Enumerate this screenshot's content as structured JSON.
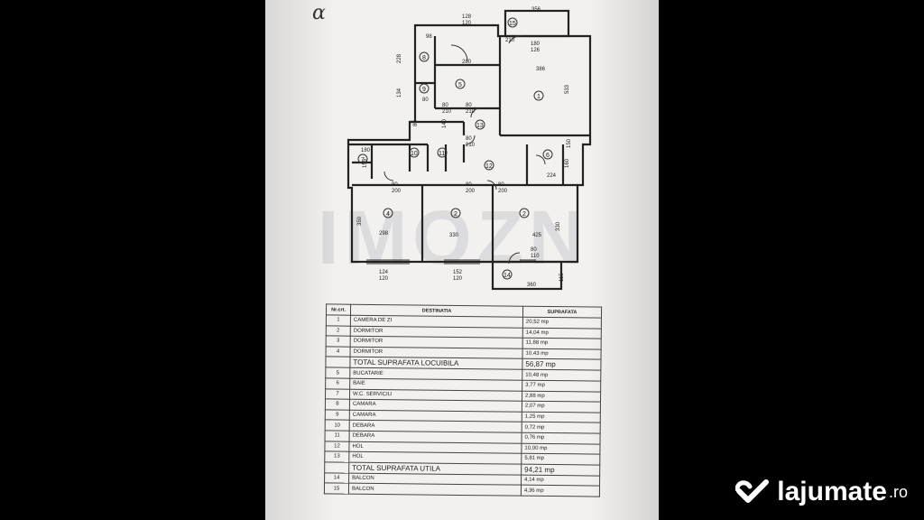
{
  "corner_mark": "α",
  "watermark": "IMOZN",
  "logo": {
    "name": "lajumate",
    "suffix": ".ro"
  },
  "plan": {
    "dims": [
      "128",
      "120",
      "356",
      "98",
      "280",
      "386",
      "210",
      "180",
      "126",
      "80",
      "228",
      "134",
      "80",
      "210",
      "80",
      "210",
      "80",
      "210",
      "140",
      "80",
      "533",
      "180",
      "155",
      "160",
      "80",
      "200",
      "80",
      "200",
      "80",
      "200",
      "224",
      "150",
      "350",
      "298",
      "330",
      "425",
      "330",
      "80",
      "110",
      "124",
      "120",
      "152",
      "120",
      "360",
      "115"
    ],
    "rooms": [
      "1",
      "2",
      "2",
      "4",
      "5",
      "6",
      "7",
      "8",
      "9",
      "10",
      "11",
      "12",
      "13",
      "14",
      "15"
    ]
  },
  "table": {
    "headers": [
      "Nr.crt.",
      "DESTINATIA",
      "SUPRAFATA"
    ],
    "rows": [
      {
        "nr": "1",
        "dest": "CAMERA DE ZI",
        "sup": "20,52 mp"
      },
      {
        "nr": "2",
        "dest": "DORMITOR",
        "sup": "14,04 mp"
      },
      {
        "nr": "3",
        "dest": "DORMITOR",
        "sup": "11,88 mp"
      },
      {
        "nr": "4",
        "dest": "DORMITOR",
        "sup": "10,43 mp"
      },
      {
        "nr": "",
        "dest": "TOTAL  SUPRAFATA  LOCUIBILA",
        "sup": "56,87 mp",
        "total": true
      },
      {
        "nr": "5",
        "dest": "BUCATARIE",
        "sup": "10,48 mp"
      },
      {
        "nr": "6",
        "dest": "BAIE",
        "sup": "3,77 mp"
      },
      {
        "nr": "7",
        "dest": "W.C. SERVICIU",
        "sup": "2,88 mp"
      },
      {
        "nr": "8",
        "dest": "CAMARA",
        "sup": "2,07 mp"
      },
      {
        "nr": "9",
        "dest": "CAMARA",
        "sup": "1,25 mp"
      },
      {
        "nr": "10",
        "dest": "DEBARA",
        "sup": "0,72 mp"
      },
      {
        "nr": "11",
        "dest": "DEBARA",
        "sup": "0,76 mp"
      },
      {
        "nr": "12",
        "dest": "HOL",
        "sup": "10,00 mp"
      },
      {
        "nr": "13",
        "dest": "HOL",
        "sup": "5,81 mp"
      },
      {
        "nr": "",
        "dest": "TOTAL  SUPRAFATA  UTILA",
        "sup": "94,21 mp",
        "total": true
      },
      {
        "nr": "14",
        "dest": "BALCON",
        "sup": "4,14 mp"
      },
      {
        "nr": "15",
        "dest": "BALCON",
        "sup": "4,36 mp"
      }
    ]
  }
}
